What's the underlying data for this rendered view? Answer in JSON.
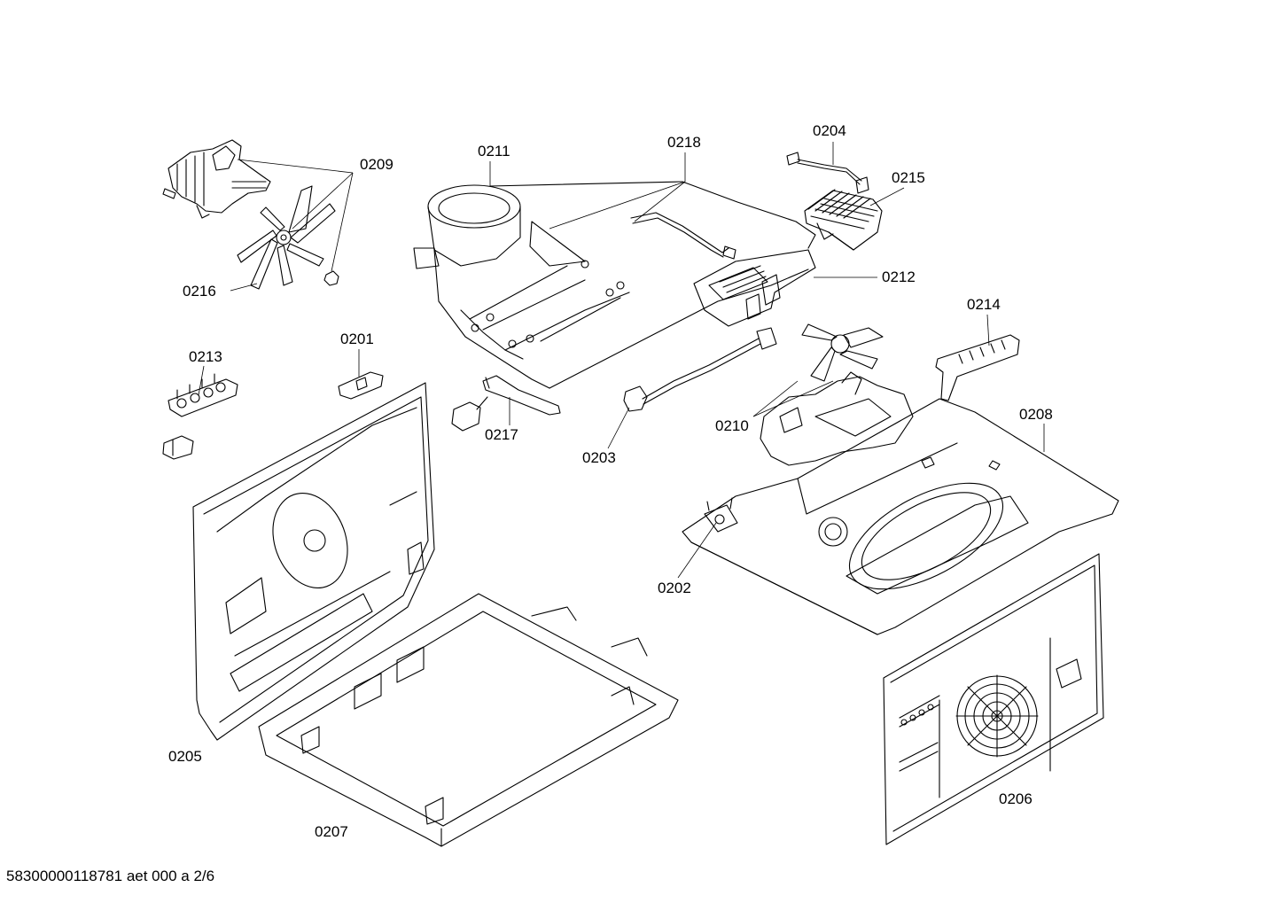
{
  "callouts": {
    "p0201": "0201",
    "p0202": "0202",
    "p0203": "0203",
    "p0204": "0204",
    "p0205": "0205",
    "p0206": "0206",
    "p0207": "0207",
    "p0208": "0208",
    "p0209": "0209",
    "p0210": "0210",
    "p0211": "0211",
    "p0212": "0212",
    "p0213": "0213",
    "p0214": "0214",
    "p0215": "0215",
    "p0216": "0216",
    "p0217": "0217",
    "p0218": "0218"
  },
  "footer": {
    "drawing_reference": "58300000118781 aet 000 a 2/6"
  }
}
